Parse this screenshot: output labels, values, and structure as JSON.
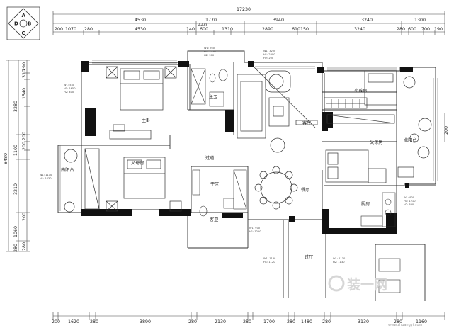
{
  "compass": {
    "top": "A",
    "right": "B",
    "bottom": "C",
    "left": "D"
  },
  "top_total": "17230",
  "top_row1": [
    "4530",
    "1770",
    "3940",
    "3240",
    "1300"
  ],
  "top_row1_extra": "440",
  "top_row2": [
    "200",
    "1070",
    "280",
    "4530",
    "140",
    "600",
    "1310",
    "2890",
    "610150",
    "3240",
    "280",
    "600",
    "700",
    "190"
  ],
  "bottom_row": [
    "200",
    "1620",
    "280",
    "3890",
    "280",
    "2130",
    "280",
    "1700",
    "280",
    "1480",
    "280",
    "3130",
    "280",
    "1160"
  ],
  "left_total": "8480",
  "left_row1": [
    "3280",
    "1100",
    "3210",
    "1060",
    "280"
  ],
  "left_row2": [
    "290",
    "320",
    "1540",
    "200",
    "200",
    "200",
    "280"
  ],
  "right_row": [
    "200"
  ],
  "rooms": {
    "master_bedroom": "主卧",
    "master_bath": "主卫",
    "living_room": "客厅",
    "kids_room": "小孩房",
    "parents_room_right": "父母房",
    "north_balcony": "北阳台",
    "parents_room_left": "父母房",
    "south_balcony": "南阳台",
    "corridor": "过道",
    "dry_area": "干区",
    "guest_bath": "客卫",
    "dining": "餐厅",
    "kitchen": "厨房",
    "hallway": "过厅"
  },
  "window_notes": {
    "w1": [
      "W1: 530",
      "H1: 1650",
      "H2: 400"
    ],
    "w2": [
      "W1: 950",
      "H1: 1220",
      "H2: 570"
    ],
    "w3": [
      "W1: 3200",
      "H1: 2300",
      "H2: 200"
    ],
    "w4": [
      "W1: 1110",
      "H1: 1630"
    ],
    "w5": [
      "W1: 970",
      "H1: 1220"
    ],
    "w6": [
      "W1: 1130",
      "H1: 1120"
    ],
    "w7": [
      "W1: 1130",
      "H2: 1130"
    ],
    "w8": [
      "W1: 900",
      "H1: 1210",
      "H2: 630"
    ]
  },
  "watermark": "装一网",
  "watermark_sub": "www.zhuangyi.com",
  "colors": {
    "line": "#333333",
    "wall": "#111111",
    "dim": "#444444",
    "watermark": "#d6d6d6"
  }
}
